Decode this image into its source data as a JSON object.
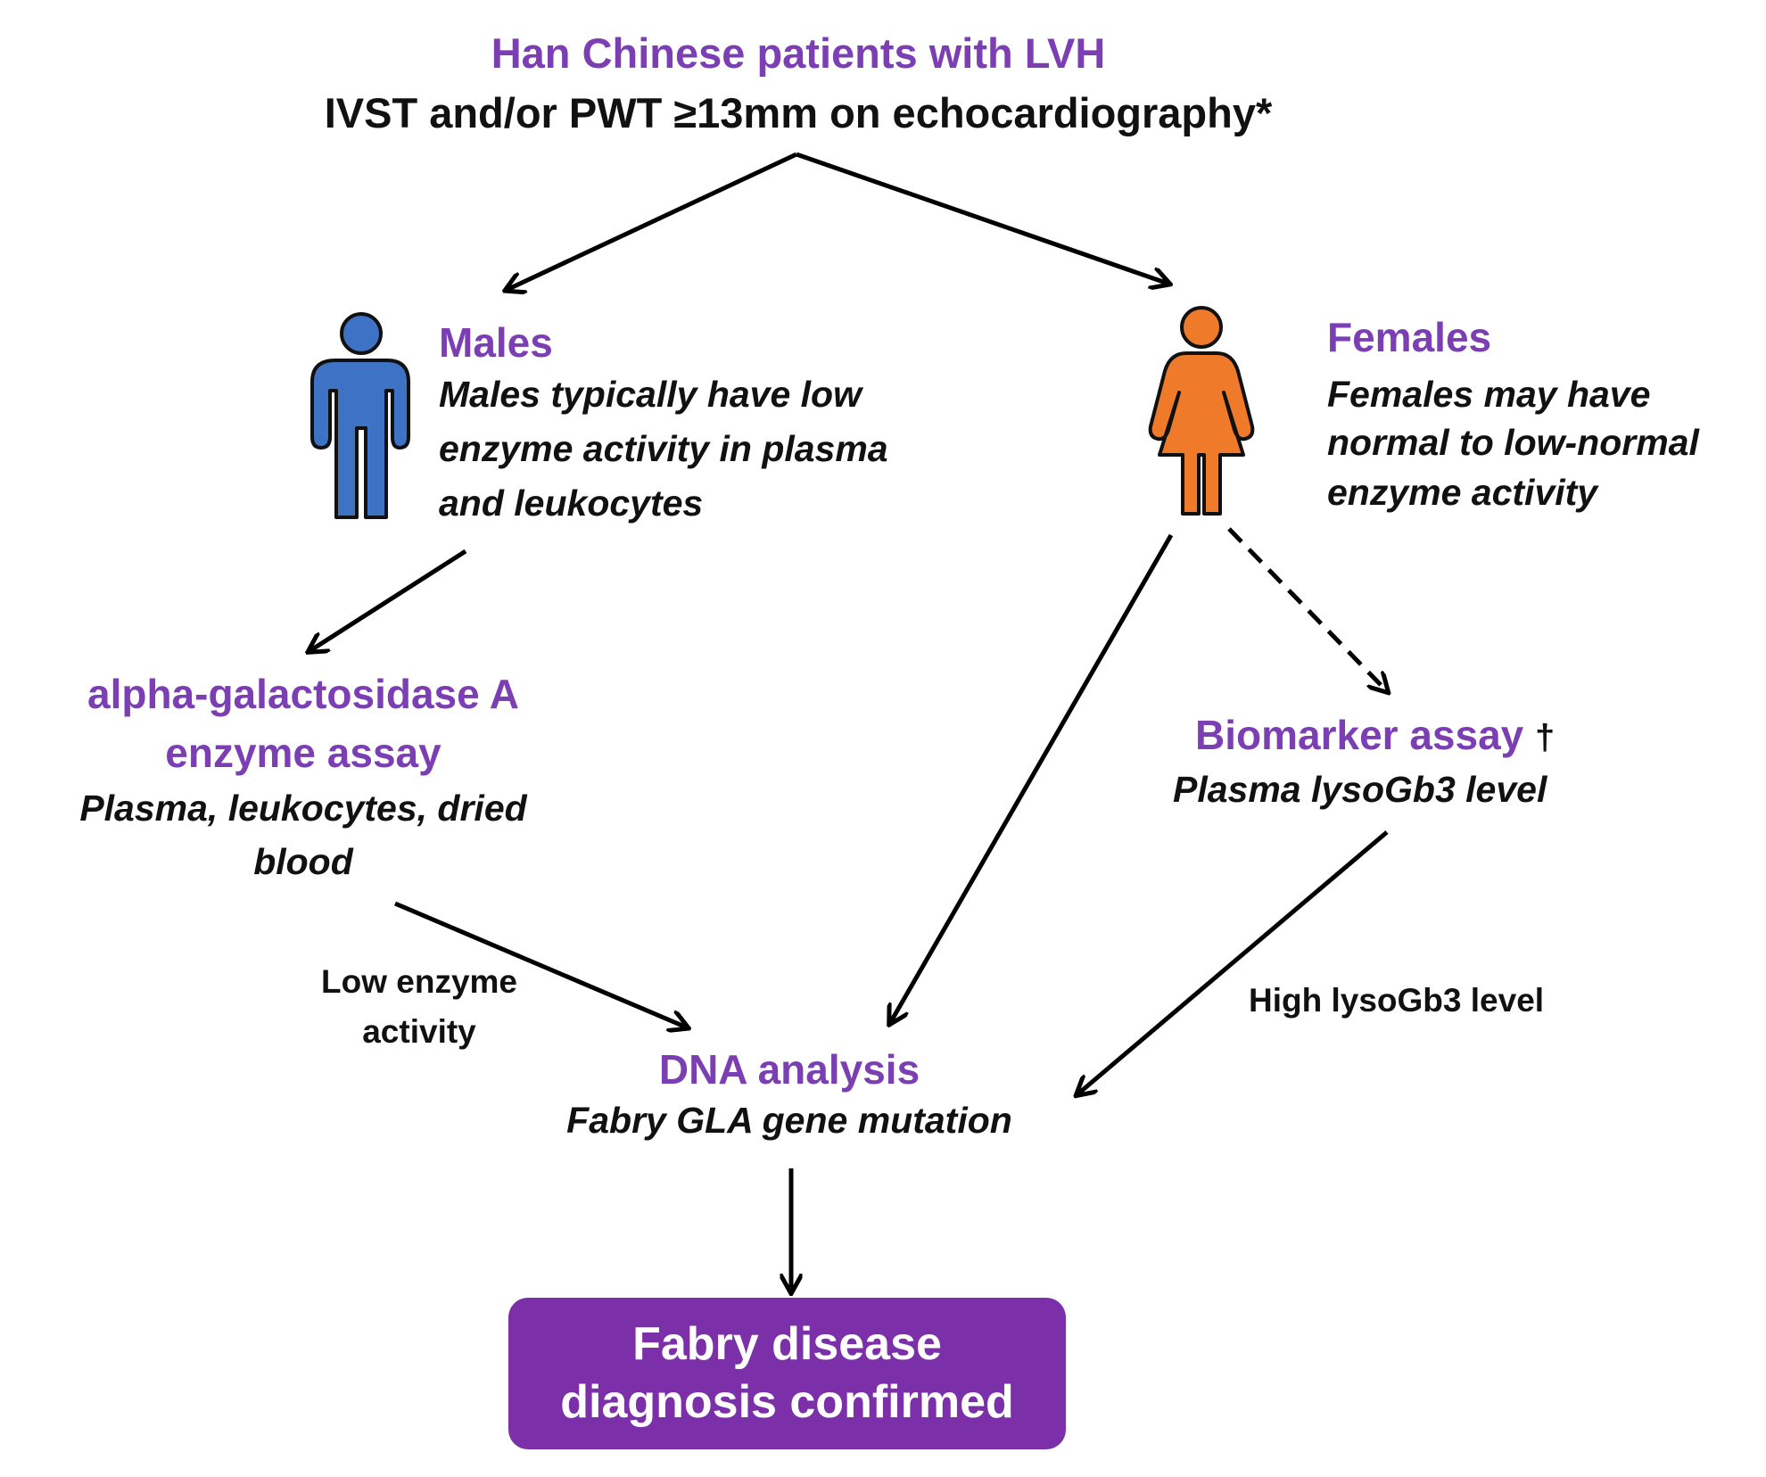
{
  "colors": {
    "heading": "#7b3fb3",
    "final_box": "#7b2fa8",
    "male_icon": "#3d72c4",
    "female_icon": "#ee7a2a",
    "text": "#111111"
  },
  "top": {
    "title": "Han Chinese patients with LVH",
    "criteria": "IVST and/or PWT ≥13mm on echocardiography*"
  },
  "males": {
    "icon": "male-person-icon",
    "title": "Males",
    "desc_line1": "Males typically have low",
    "desc_line2": "enzyme activity in plasma",
    "desc_line3": "and leukocytes"
  },
  "females": {
    "icon": "female-person-icon",
    "title": "Females",
    "desc_line1": "Females may have",
    "desc_line2": "normal to low-normal",
    "desc_line3": "enzyme activity"
  },
  "enzyme_assay": {
    "title_line1": "alpha-galactosidase A",
    "title_line2": "enzyme assay",
    "desc_line1": "Plasma, leukocytes, dried",
    "desc_line2": "blood"
  },
  "biomarker": {
    "title": "Biomarker assay",
    "dagger": "†",
    "desc": "Plasma lysoGb3 level"
  },
  "edges": {
    "low_enzyme_line1": "Low enzyme",
    "low_enzyme_line2": "activity",
    "high_lyso": "High lysoGb3 level"
  },
  "dna": {
    "title": "DNA analysis",
    "desc": "Fabry GLA gene mutation"
  },
  "final": {
    "line1": "Fabry disease",
    "line2": "diagnosis confirmed"
  }
}
